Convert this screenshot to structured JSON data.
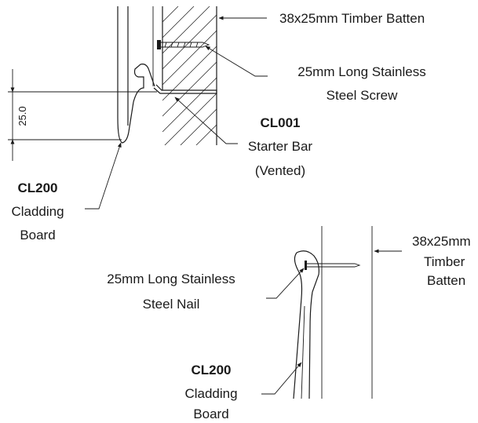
{
  "detail_top": {
    "batten_label": "38x25mm Timber Batten",
    "screw_label_line1": "25mm Long Stainless",
    "screw_label_line2": "Steel Screw",
    "starter_code": "CL001",
    "starter_label_line1": "Starter Bar",
    "starter_label_line2": "(Vented)",
    "cladding_code": "CL200",
    "cladding_label_line1": "Cladding",
    "cladding_label_line2": "Board",
    "dimension_text": "25.0"
  },
  "detail_bottom": {
    "batten_label_line1": "38x25mm",
    "batten_label_line2": "Timber",
    "batten_label_line3": "Batten",
    "nail_label_line1": "25mm Long Stainless",
    "nail_label_line2": "Steel Nail",
    "cladding_code": "CL200",
    "cladding_label_line1": "Cladding",
    "cladding_label_line2": "Board"
  }
}
